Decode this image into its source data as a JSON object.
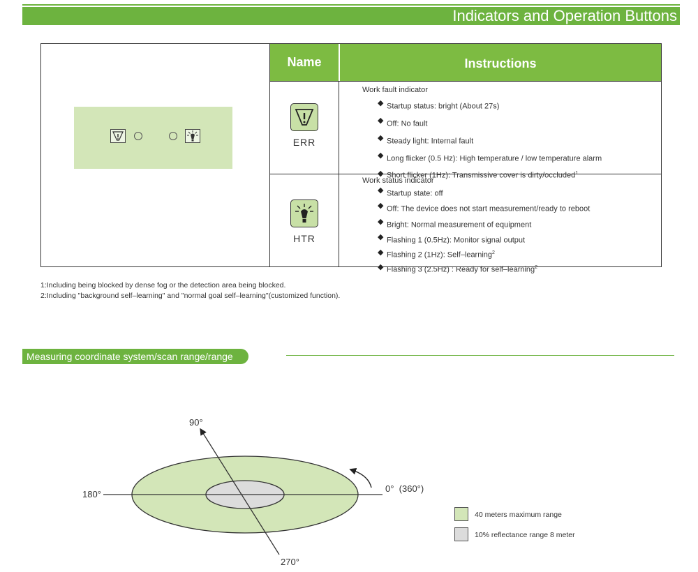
{
  "title": "Indicators and Operation Buttons",
  "table": {
    "header_name": "Name",
    "header_instructions": "Instructions",
    "rows": [
      {
        "name": "ERR",
        "icon": "fault-warning-icon",
        "heading": "Work fault indicator",
        "items": [
          "Startup status: bright (About 27s)",
          "Off: No fault",
          "Steady light: Internal fault",
          "Long flicker (0.5 Hz): High temperature / low temperature alarm",
          "Short flicker (1Hz): Transmissive cover is dirty/occluded"
        ],
        "item_sup": [
          "",
          "",
          "",
          "",
          "1"
        ]
      },
      {
        "name": "HTR",
        "icon": "status-lamp-icon",
        "heading": "Work status indicator",
        "items": [
          "Startup state: off",
          "Off: The device does not start measurement/ready to reboot",
          "Bright: Normal measurement of equipment",
          "Flashing 1 (0.5Hz): Monitor signal output",
          "Flashing 2 (1Hz): Self–learning",
          "Flashing 3 (2.5Hz) : Ready for self–learning"
        ],
        "item_sup": [
          "",
          "",
          "",
          "",
          "2",
          "2"
        ]
      }
    ]
  },
  "notes": {
    "note1": "1:Including being blocked by dense fog or the detection area being blocked.",
    "note2": "2:Including \"background self–learning\" and \"normal goal self–learning\"(customized function)."
  },
  "section2": {
    "title": "Measuring coordinate system/scan range/range"
  },
  "diagram": {
    "angle_90": "90°",
    "angle_180": "180°",
    "angle_0": "0°  (360°)",
    "angle_270": "270°",
    "legend": [
      {
        "label": "40 meters maximum range",
        "color": "#d3e6b8"
      },
      {
        "label": "10% reflectance range 8 meter",
        "color": "#dcdcdc"
      }
    ]
  },
  "colors": {
    "accent_green": "#6db33f",
    "header_green": "#7dbb42",
    "panel_green": "#d3e6b8",
    "range_green": "#d3e6b8",
    "range_gray": "#dcdcdc"
  }
}
